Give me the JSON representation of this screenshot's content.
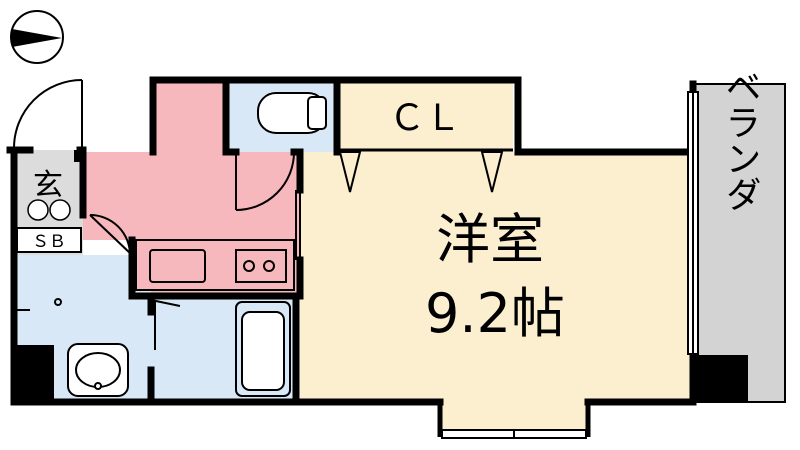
{
  "compass": {
    "icon": "north-arrow-icon"
  },
  "rooms": {
    "western_room": {
      "name": "洋室",
      "size": "9.2帖"
    },
    "closet": {
      "label": "ＣＬ"
    },
    "balcony": {
      "label": "ベランダ"
    },
    "entrance": {
      "label": "玄"
    },
    "shoe_box": {
      "label": "ＳＢ"
    }
  },
  "colors": {
    "wall": "#000000",
    "western_room": "#fbefd0",
    "kitchen": "#f7b8bd",
    "wet_area": "#d8e8f7",
    "entrance": "#dcdcdc",
    "balcony": "#d3d3d3",
    "window": "#ffffff"
  }
}
